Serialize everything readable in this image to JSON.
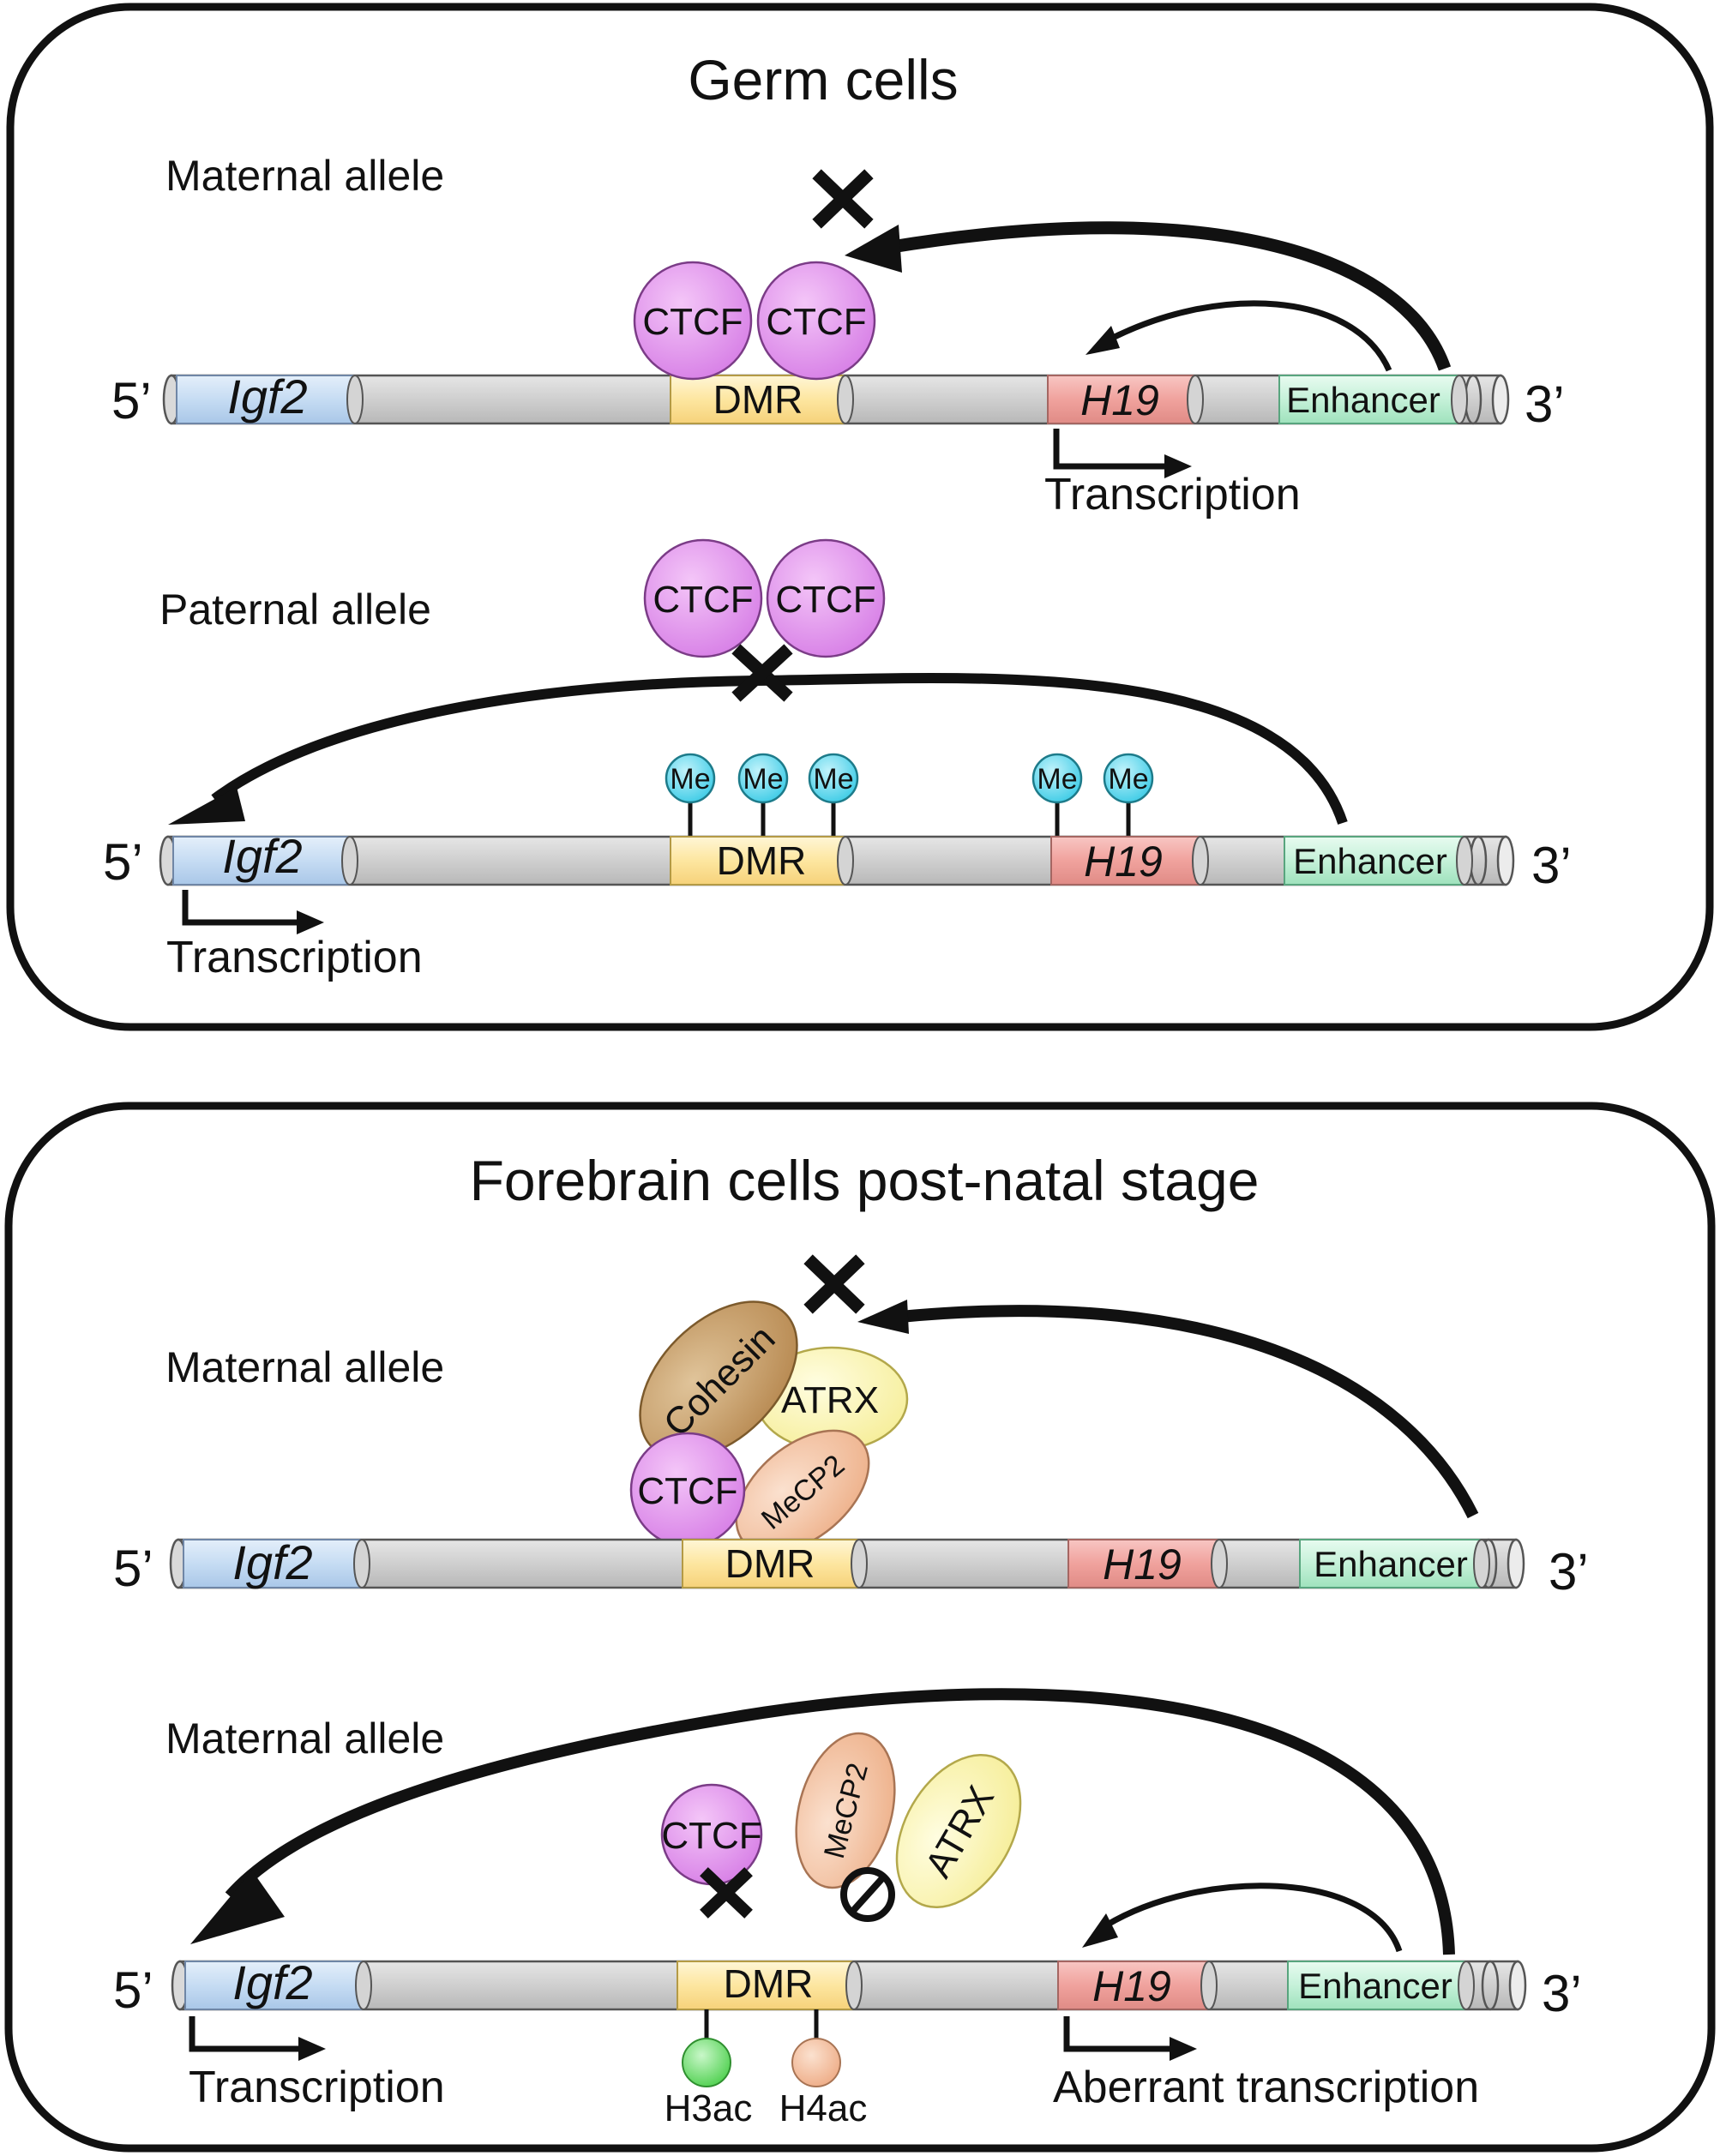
{
  "panels": [
    {
      "title": "Germ cells",
      "alleles": [
        {
          "label": "Maternal allele",
          "transcription": "Transcription"
        },
        {
          "label": "Paternal allele",
          "transcription": "Transcription"
        }
      ]
    },
    {
      "title": "Forebrain cells post-natal stage",
      "alleles": [
        {
          "label": "Maternal allele"
        },
        {
          "label": "Maternal allele",
          "transcription": "Transcription",
          "aberrant": "Aberrant transcription"
        }
      ]
    }
  ],
  "chromosome": {
    "five_prime": "5’",
    "three_prime": "3’",
    "igf2": "Igf2",
    "dmr": "DMR",
    "h19": "H19",
    "enhancer": "Enhancer"
  },
  "proteins": {
    "ctcf": "CTCF",
    "cohesin": "Cohesin",
    "atrx": "ATRX",
    "mecp2": "MeCP2",
    "me": "Me",
    "h3ac": "H3ac",
    "h4ac": "H4ac"
  },
  "colors": {
    "igf2": "#cfe2f5",
    "dmr": "#fde9a8",
    "h19": "#f2a9a4",
    "enhancer": "#c9f4dd",
    "ctcf": "#e49bf0",
    "me": "#5fd8ef",
    "cohesin": "#c9a06a",
    "atrx": "#fbf6b2",
    "mecp2": "#f3c3a3",
    "h3ac": "#7ee07e",
    "h4ac": "#f3c3a3"
  },
  "icons": [
    "block-x-icon",
    "prohibition-icon",
    "transcription-arrow-icon",
    "loop-arrow-icon"
  ]
}
